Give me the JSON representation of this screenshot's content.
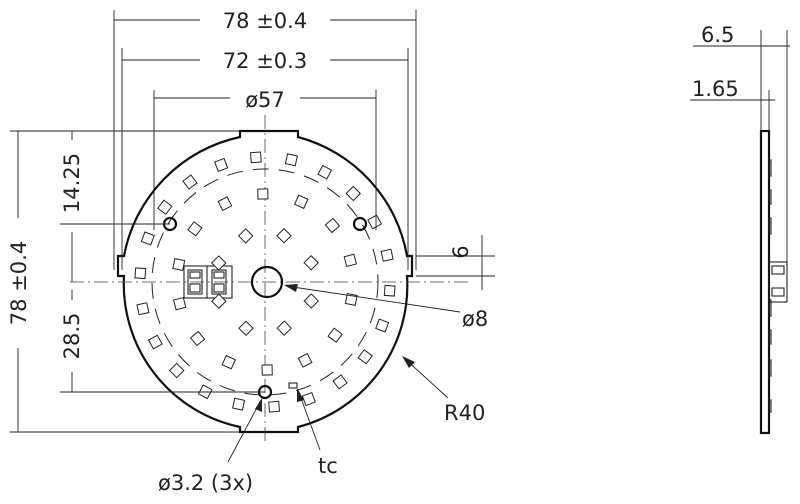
{
  "drawing": {
    "front_view": {
      "dim_overall_width": "78 ±0.4",
      "dim_slot_width": "72 ±0.3",
      "dim_hole_circle": "ø57",
      "dim_overall_height": "78 ±0.4",
      "dim_offset_top": "14.25",
      "dim_offset_bottom": "28.5",
      "dim_notch": "6",
      "dim_center_hole": "ø8",
      "dim_radius": "R40",
      "dim_mount_holes": "ø3.2 (3x)",
      "label_tc": "tc"
    },
    "side_view": {
      "dim_height": "6.5",
      "dim_board": "1.65"
    }
  }
}
